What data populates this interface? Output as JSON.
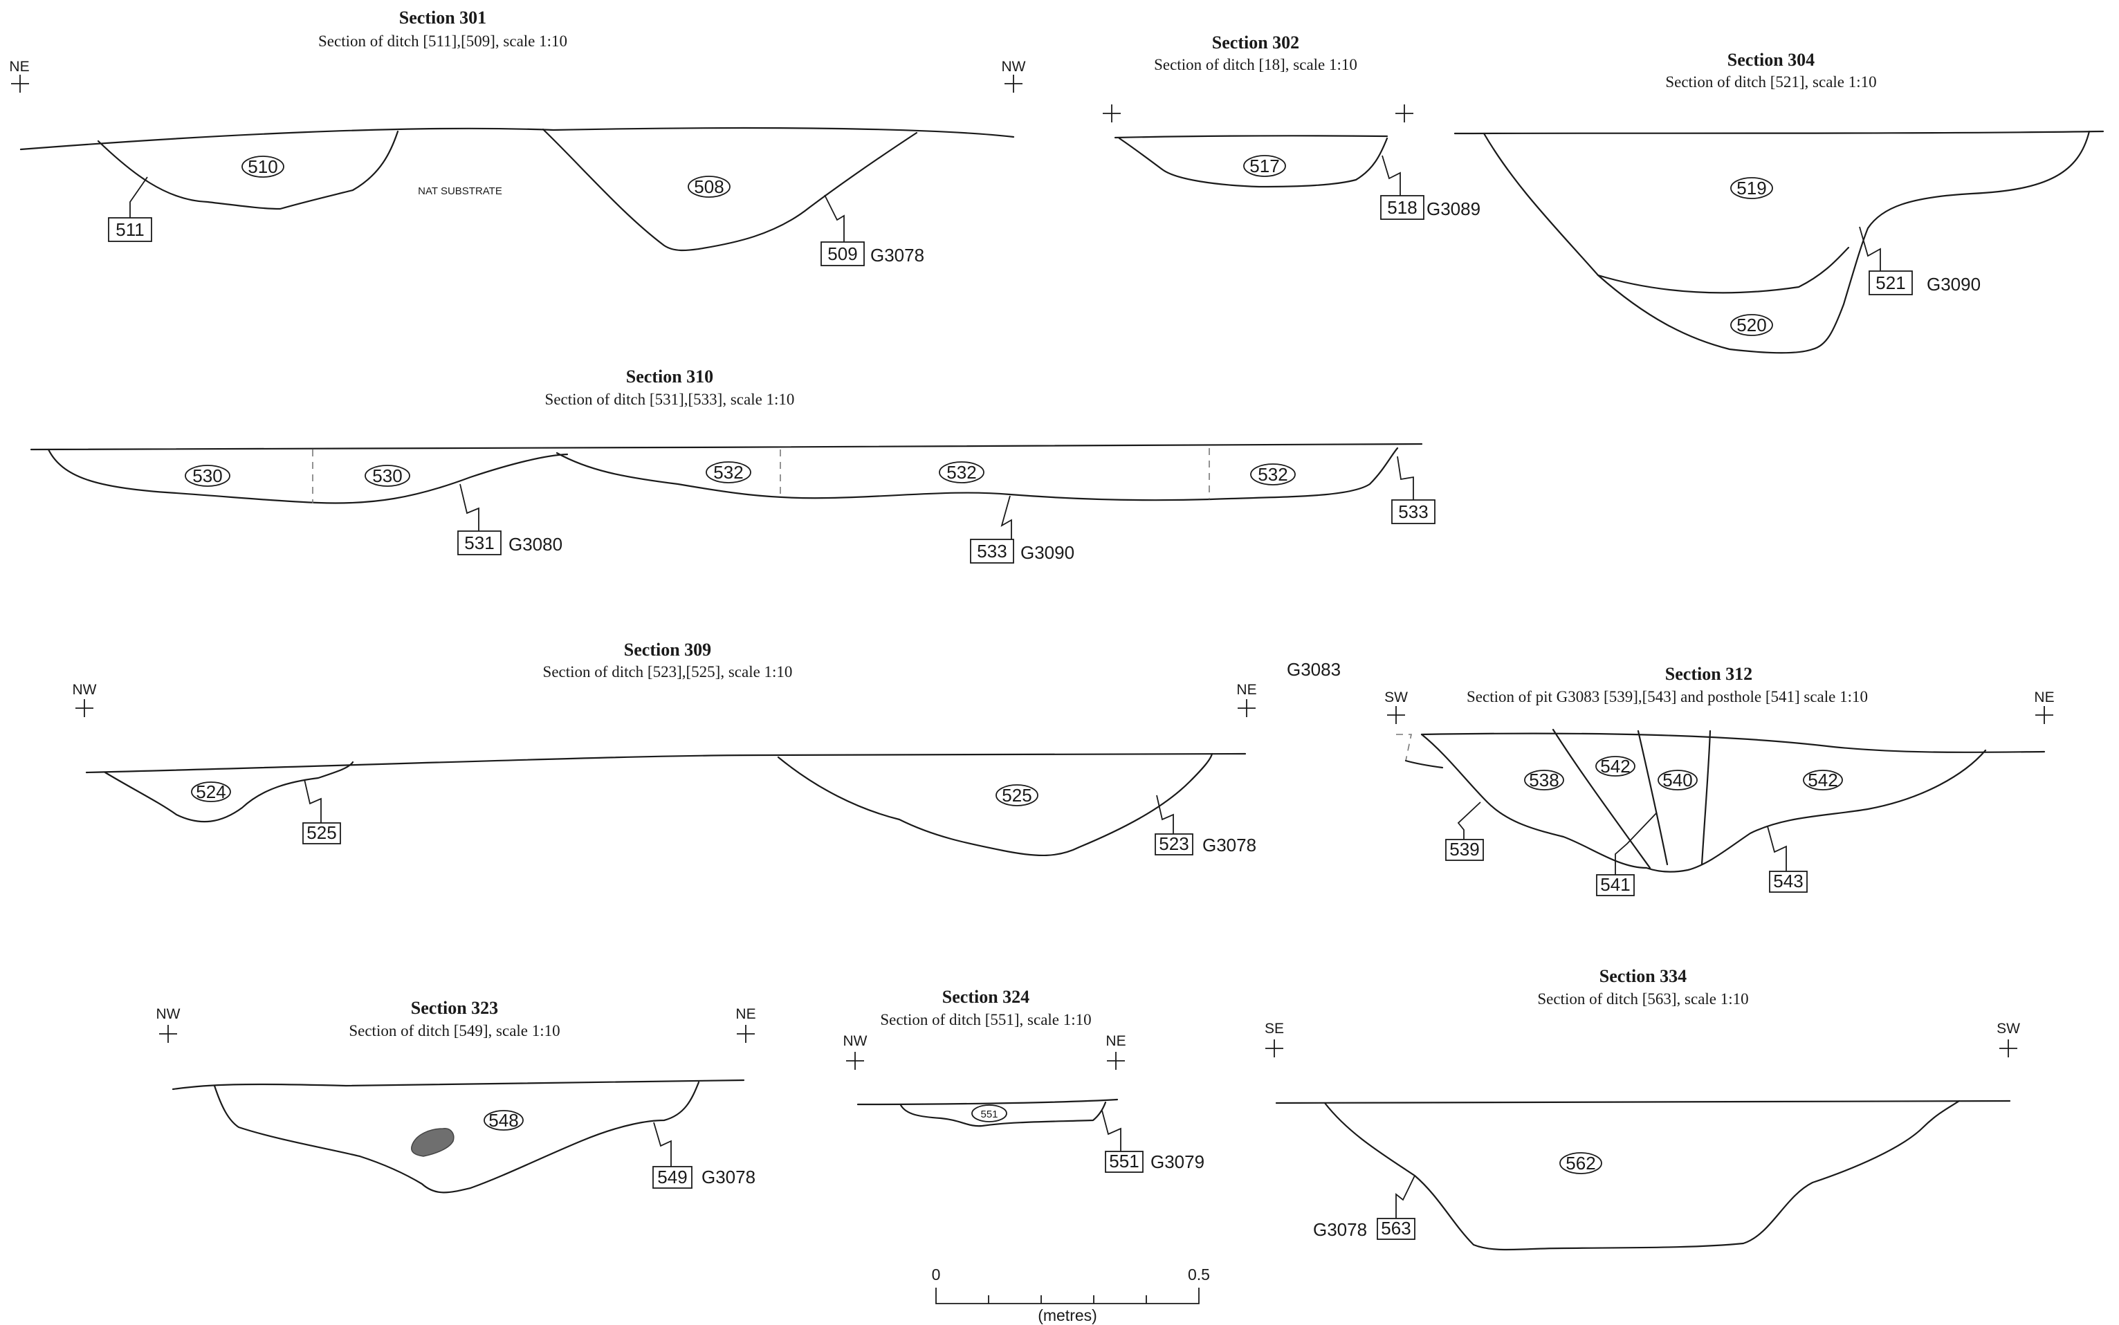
{
  "sections": {
    "s301": {
      "title": "Section 301",
      "subtitle": "Section of ditch [511],[509], scale 1:10",
      "left": "NE",
      "right": "NW",
      "fills": [
        "510",
        "508"
      ],
      "cuts": [
        "511",
        "509"
      ],
      "group": "G3078",
      "note": "NAT SUBSTRATE"
    },
    "s302": {
      "title": "Section 302",
      "subtitle": "Section of ditch [18], scale 1:10",
      "fills": [
        "517"
      ],
      "cuts": [
        "518"
      ],
      "group": "G3089"
    },
    "s304": {
      "title": "Section 304",
      "subtitle": "Section of ditch [521], scale 1:10",
      "fills": [
        "519",
        "520"
      ],
      "cuts": [
        "521"
      ],
      "group": "G3090"
    },
    "s310": {
      "title": "Section 310",
      "subtitle": "Section of ditch [531],[533], scale 1:10",
      "fills": [
        "530",
        "530",
        "532",
        "532",
        "532"
      ],
      "cuts": [
        "531",
        "533",
        "533"
      ],
      "groups": [
        "G3080",
        "G3090"
      ]
    },
    "s309": {
      "title": "Section 309",
      "subtitle": "Section of ditch [523],[525], scale 1:10",
      "left": "NW",
      "right": "NE",
      "fills": [
        "524",
        "525"
      ],
      "cuts": [
        "525",
        "523"
      ],
      "group": "G3078"
    },
    "s312": {
      "title": "Section 312",
      "subtitle": "Section of pit G3083 [539],[543] and posthole [541] scale 1:10",
      "left": "SW",
      "right": "NE",
      "fills": [
        "538",
        "542",
        "540",
        "542"
      ],
      "cuts": [
        "539",
        "541",
        "543"
      ],
      "pit": "G3083"
    },
    "s323": {
      "title": "Section 323",
      "subtitle": "Section of ditch [549], scale 1:10",
      "left": "NW",
      "right": "NE",
      "fills": [
        "548"
      ],
      "cuts": [
        "549"
      ],
      "group": "G3078"
    },
    "s324": {
      "title": "Section 324",
      "subtitle": "Section of ditch [551], scale 1:10",
      "left": "NW",
      "right": "NE",
      "fills": [
        "551"
      ],
      "cuts": [
        "551"
      ],
      "group": "G3079"
    },
    "s334": {
      "title": "Section 334",
      "subtitle": "Section of ditch [563], scale 1:10",
      "left": "SE",
      "right": "SW",
      "fills": [
        "562"
      ],
      "cuts": [
        "563"
      ],
      "group": "G3078"
    }
  },
  "scale_bar": {
    "start": "0",
    "end": "0.5",
    "unit": "(metres)"
  }
}
